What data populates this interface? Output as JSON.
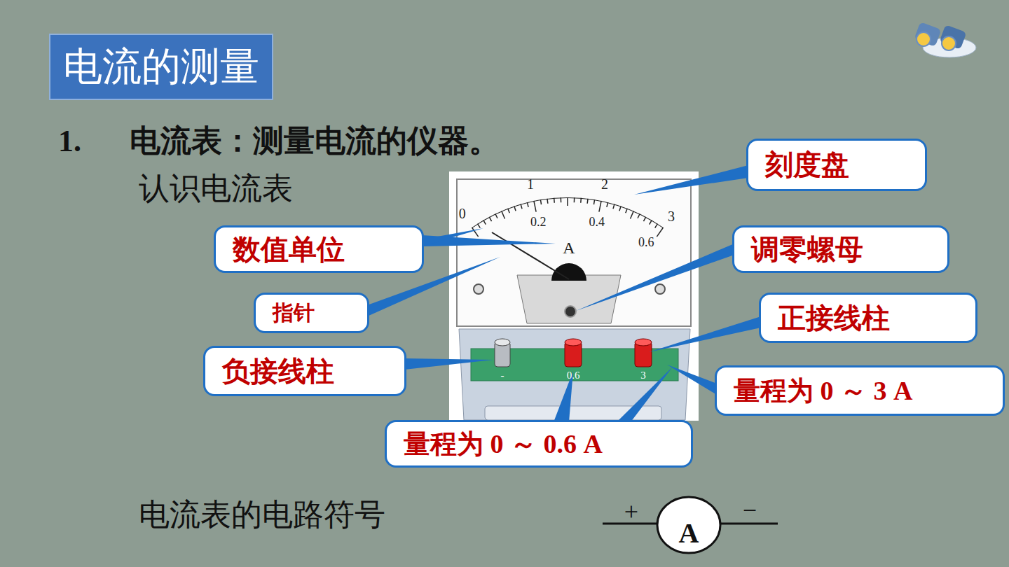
{
  "diagram": {
    "title": "电流的测量",
    "nodes": [
      {
        "text": [
          "刻度盘"
        ]
      },
      {
        "text": [
          "数值单位"
        ]
      },
      {
        "text": [
          "调零螺母"
        ]
      },
      {
        "text": [
          "指针"
        ]
      },
      {
        "text": [
          "正接线柱"
        ]
      },
      {
        "text": [
          "负接线柱"
        ]
      },
      {
        "text": [
          "量程为 0 ～ 3 A"
        ]
      },
      {
        "text": [
          "量程为 0 ～ 0.6 A"
        ]
      }
    ],
    "labels": [
      "1.",
      "电流表：测量电流的仪器。",
      "认识电流表",
      "0",
      "1",
      "2",
      "3",
      "0.2",
      "0.4",
      "0.6",
      "A",
      "-",
      "0.6",
      "3",
      "电流表的电路符号",
      "+",
      "A",
      "−"
    ]
  }
}
